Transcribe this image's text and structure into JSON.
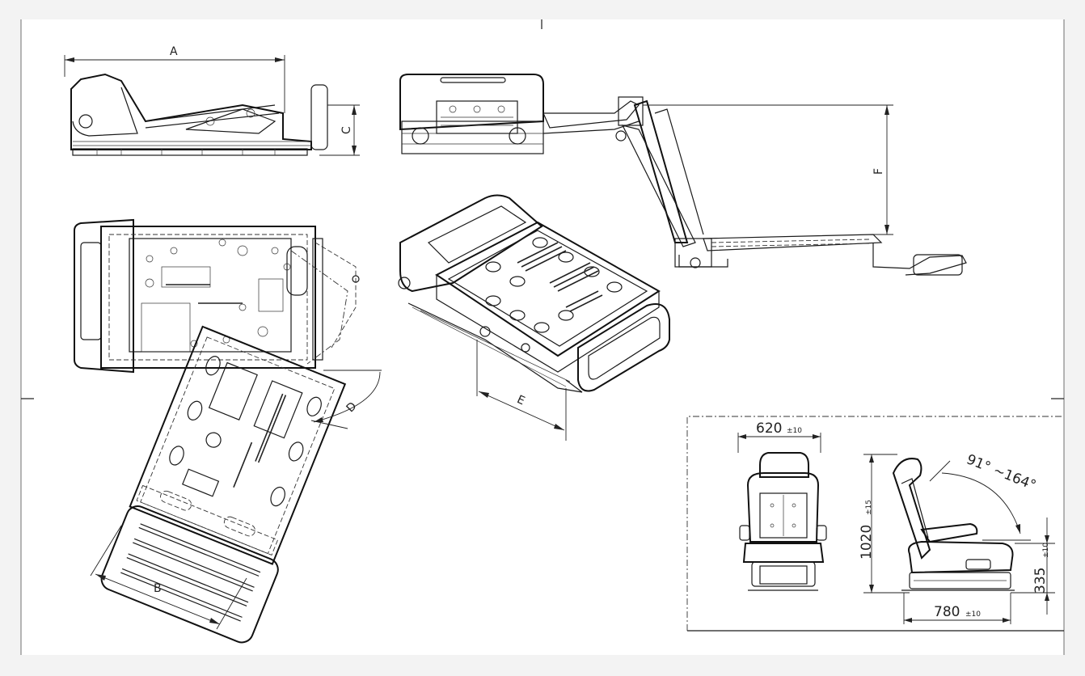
{
  "drawing": {
    "labels": {
      "A": "A",
      "B": "B",
      "C": "C",
      "D": "D",
      "E": "E",
      "F": "F"
    },
    "dimensions": {
      "width": {
        "value": "620",
        "tol": "±10"
      },
      "height": {
        "value": "1020",
        "tol": "±15"
      },
      "depth": {
        "value": "780",
        "tol": "±10"
      },
      "seat_height": {
        "value": "335",
        "tol": "±10"
      },
      "recline_angle": "91° ~164°"
    }
  },
  "colors": {
    "background": "#f3f3f3",
    "sheet": "#ffffff",
    "line": "#1a1a1a"
  }
}
